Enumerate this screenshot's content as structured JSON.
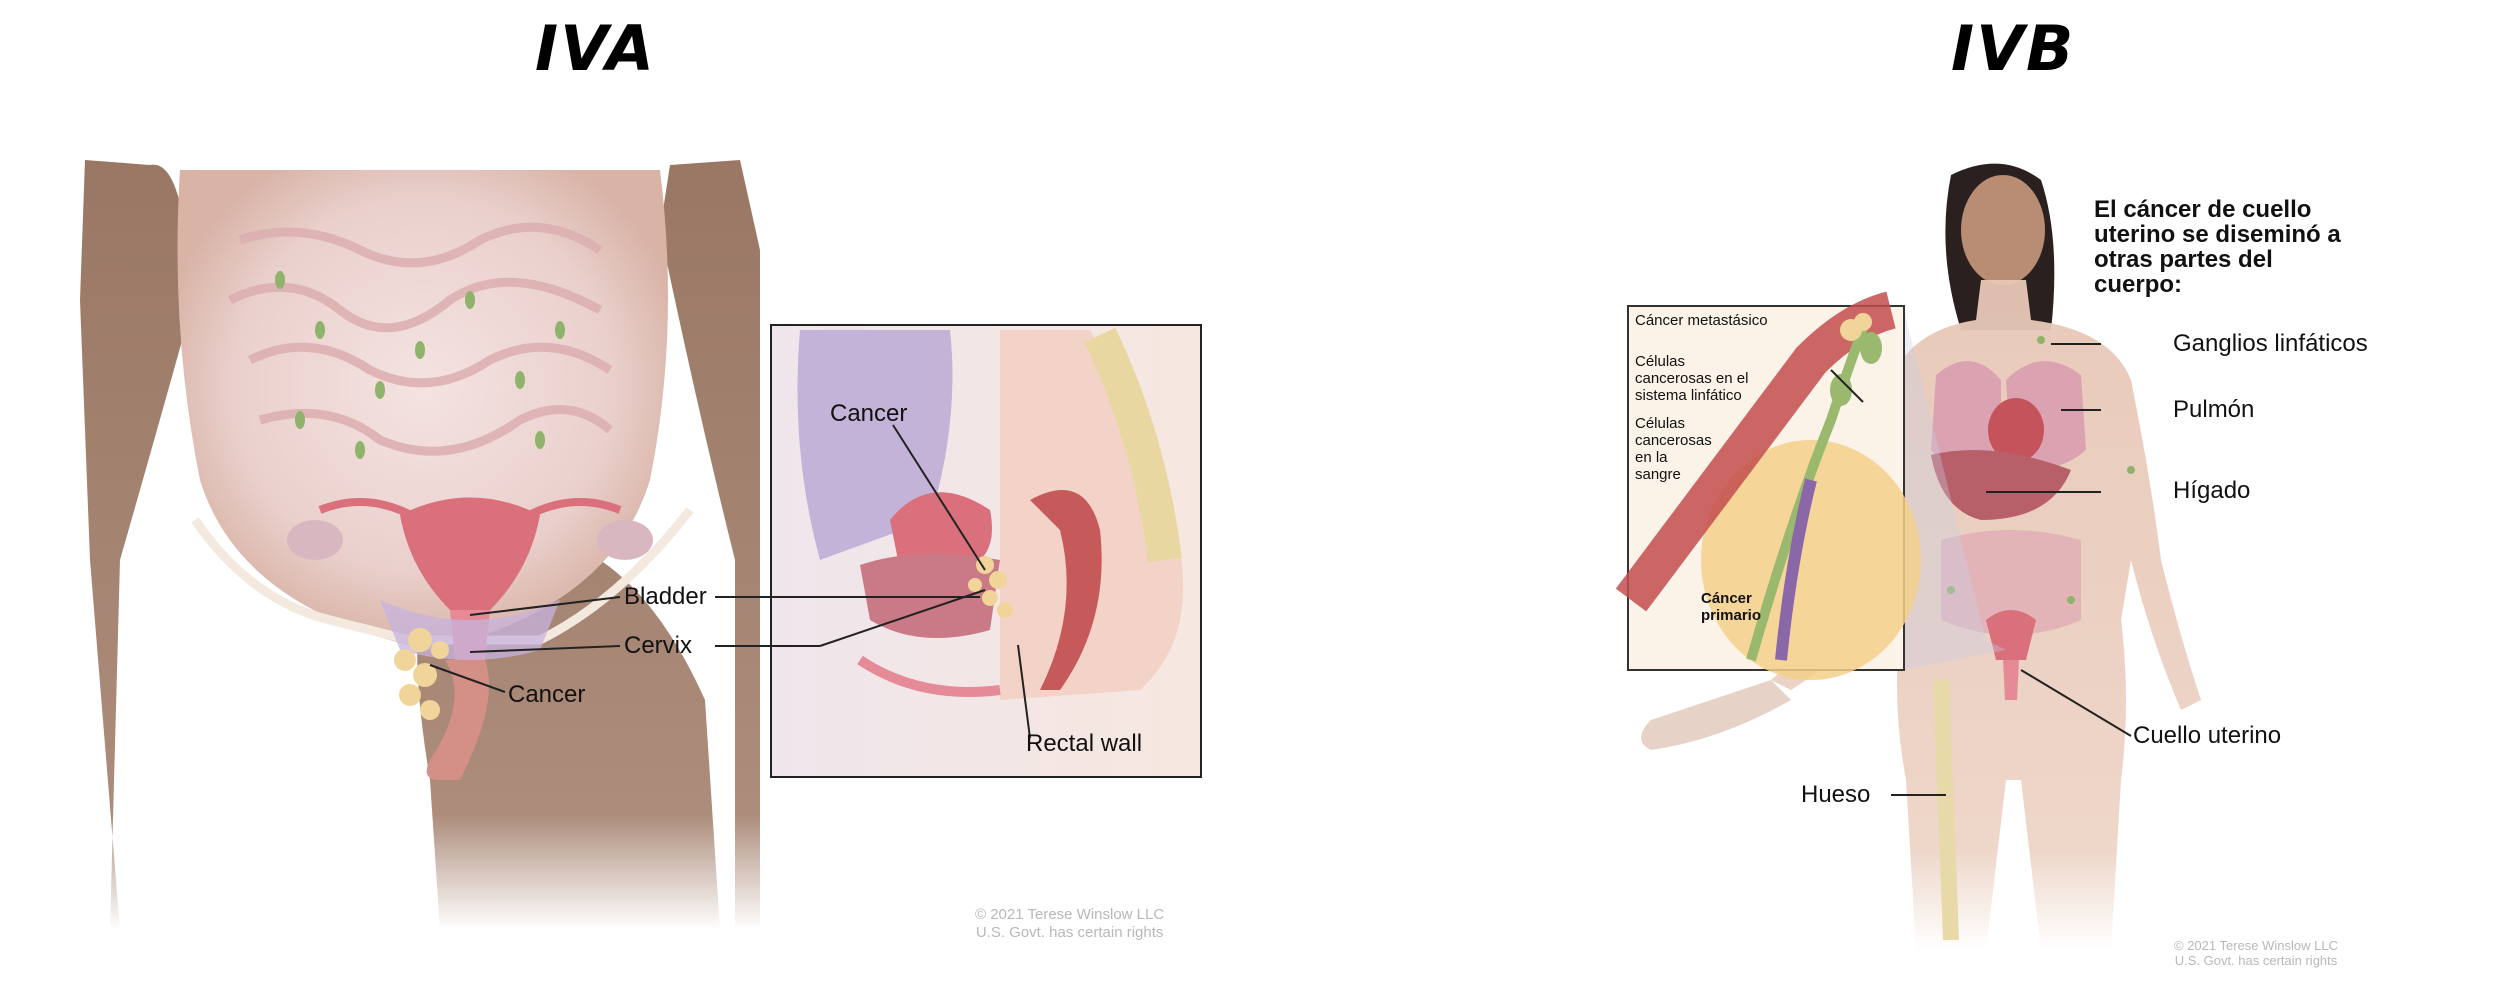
{
  "stage_iva": {
    "title": "IVA",
    "labels": {
      "bladder": "Bladder",
      "cervix": "Cervix",
      "cancer_front": "Cancer",
      "cancer_inset": "Cancer",
      "rectal_wall": "Rectal wall"
    },
    "copyright": {
      "line1": "© 2021 Terese Winslow LLC",
      "line2": "U.S. Govt. has certain rights"
    }
  },
  "stage_ivb": {
    "title": "IVB",
    "heading": "El cáncer de cuello uterino se diseminó a otras partes del cuerpo:",
    "labels": {
      "lymph_nodes": "Ganglios linfáticos",
      "lung": "Pulmón",
      "liver": "Hígado",
      "cervix": "Cuello uterino",
      "bone": "Hueso"
    },
    "inset": {
      "metastatic": "Cáncer metastásico",
      "lymph_cells": "Células cancerosas en el sistema linfático",
      "blood_cells": "Células cancerosas en la sangre",
      "primary": "Cáncer primario"
    },
    "copyright": {
      "line1": "© 2021 Terese Winslow LLC",
      "line2": "U.S. Govt. has certain rights"
    }
  },
  "colors": {
    "skin": "#9c7661",
    "skin_light": "#e9d8d2",
    "organ_pink": "#e7a7ae",
    "uterus": "#d9707c",
    "tumor": "#f1d49a",
    "lymph_green": "#8fb36a",
    "leader_line": "#222222"
  }
}
